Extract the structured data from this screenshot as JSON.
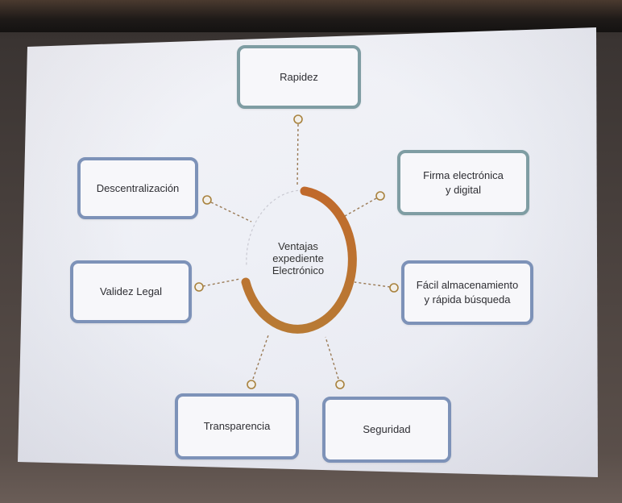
{
  "center": {
    "line1": "Ventajas",
    "line2": "expediente",
    "line3": "Electrónico"
  },
  "nodes": {
    "rapidez": "Rapidez",
    "firma_line1": "Firma electrónica",
    "firma_line2": "y digital",
    "almacenamiento_line1": "Fácil almacenamiento",
    "almacenamiento_line2": "y rápida búsqueda",
    "seguridad": "Seguridad",
    "transparencia": "Transparencia",
    "validez": "Validez Legal",
    "descentralizacion": "Descentralización"
  },
  "colors": {
    "ring": "#b86a2a",
    "ring_light": "#cc7f33",
    "node_border": "#7d92b8",
    "node_border_alt": "#7f9da3",
    "connector": "#9a7a55",
    "end_circle": "#a8823e"
  }
}
